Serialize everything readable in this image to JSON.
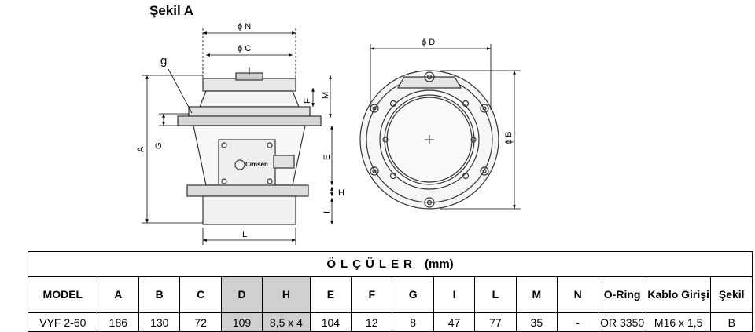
{
  "figure": {
    "title": "Şekil A",
    "labels": {
      "g": "g",
      "phi_n": "ϕ N",
      "phi_c": "ϕ C",
      "phi_d": "ϕ D",
      "phi_b": "ϕ B",
      "a": "A",
      "g_dim": "G",
      "m": "M",
      "f": "F",
      "e": "E",
      "h": "H",
      "i": "I",
      "l": "L",
      "brand": "Cimsen"
    }
  },
  "table": {
    "title": "ÖLÇÜLER",
    "unit": "(mm)",
    "headers": [
      "MODEL",
      "A",
      "B",
      "C",
      "D",
      "H",
      "E",
      "F",
      "G",
      "I",
      "L",
      "M",
      "N",
      "O-Ring",
      "Kablo Girişi",
      "Şekil"
    ],
    "rows": [
      [
        "VYF 2-60",
        "186",
        "130",
        "72",
        "109",
        "8,5 x 4",
        "104",
        "12",
        "8",
        "47",
        "77",
        "35",
        "-",
        "OR 3350",
        "M16 x 1,5",
        "B"
      ]
    ],
    "colors": {
      "shaded": "#d0d0d0"
    }
  }
}
